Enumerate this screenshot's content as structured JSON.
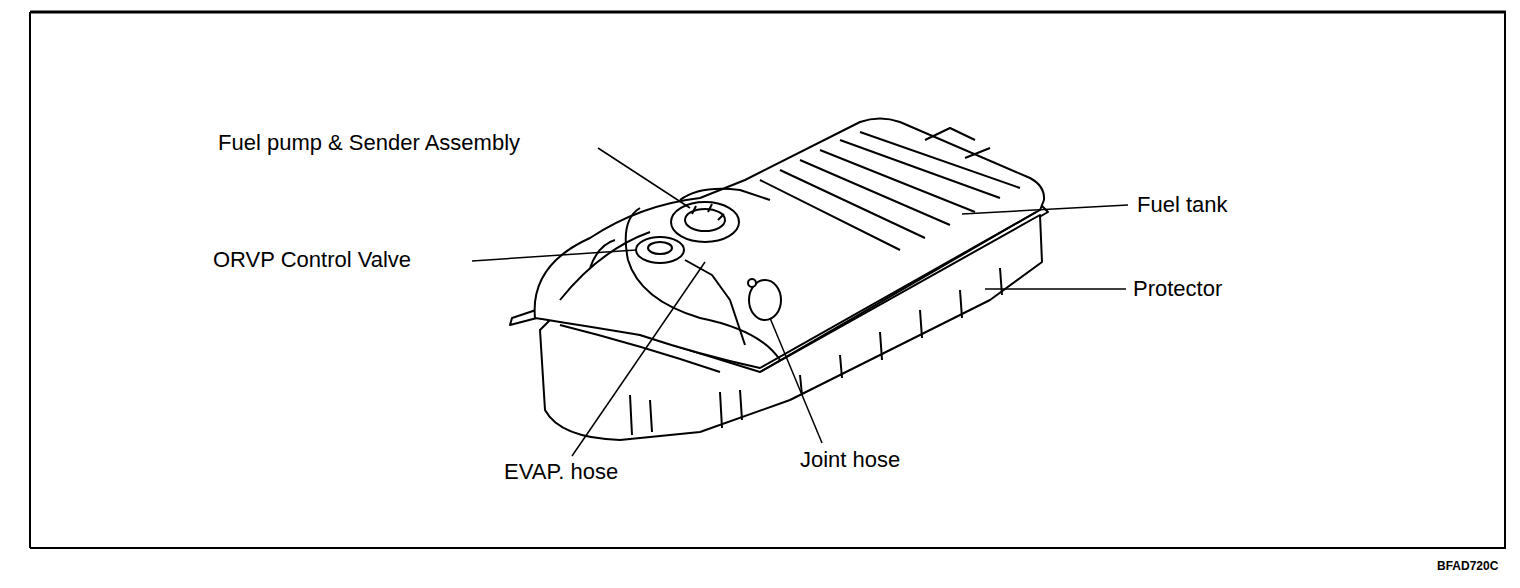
{
  "diagram": {
    "labels": [
      "Fuel pump & Sender Assembly",
      "ORVP Control Valve",
      "Fuel tank",
      "Protector",
      "EVAP. hose",
      "Joint hose",
      "BFAD720C"
    ]
  }
}
